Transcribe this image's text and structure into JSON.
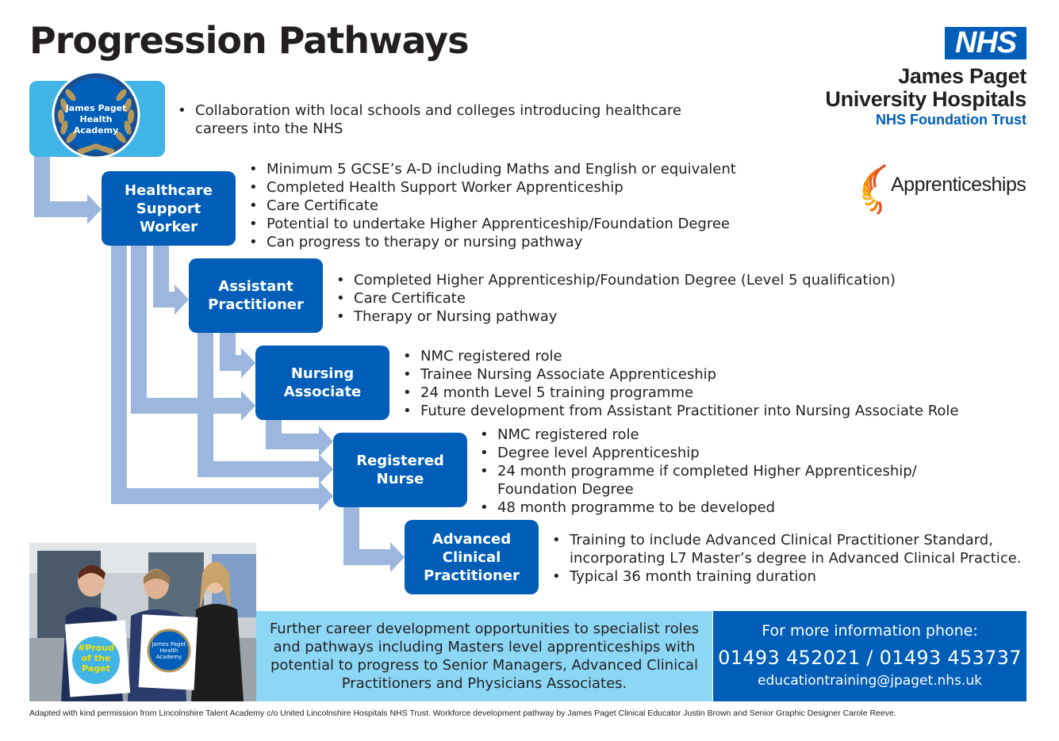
{
  "title": "Progression Pathways",
  "branding": {
    "nhs_logo": "NHS",
    "trust_line1": "James Paget",
    "trust_line2": "University Hospitals",
    "trust_line3": "NHS Foundation Trust",
    "apprenticeships": "Apprenticeships"
  },
  "colors": {
    "nhs_blue": "#005eb8",
    "light_blue": "#41b6e6",
    "panel_blue": "#8dd7f6",
    "arrow_blue": "#9db6dd"
  },
  "academy": {
    "badge_text": "James Paget Health Academy",
    "bullets": [
      "Collaboration with local schools and colleges introducing healthcare careers into the NHS"
    ]
  },
  "stages": [
    {
      "role": "Healthcare Support Worker",
      "bullets": [
        "Minimum 5 GCSE’s A-D including Maths and English or equivalent",
        "Completed Health Support Worker Apprenticeship",
        "Care Certificate",
        "Potential to undertake Higher Apprenticeship/Foundation Degree",
        "Can progress to therapy or nursing pathway"
      ]
    },
    {
      "role": "Assistant Practitioner",
      "bullets": [
        "Completed Higher Apprenticeship/Foundation Degree (Level 5 qualification)",
        "Care Certificate",
        "Therapy or Nursing pathway"
      ]
    },
    {
      "role": "Nursing Associate",
      "bullets": [
        "NMC registered role",
        "Trainee Nursing Associate Apprenticeship",
        "24 month Level 5 training programme",
        "Future development from Assistant Practitioner into Nursing Associate Role"
      ]
    },
    {
      "role": "Registered Nurse",
      "bullets": [
        "NMC registered role",
        "Degree level Apprenticeship",
        "24 month programme if completed Higher Apprenticeship/ Foundation Degree",
        "48 month programme to be developed"
      ]
    },
    {
      "role": "Advanced Clinical Practitioner",
      "bullets": [
        "Training to include Advanced Clinical Practitioner Standard, incorporating L7 Master’s degree in Advanced Clinical Practice.",
        "Typical 36 month training duration"
      ]
    }
  ],
  "photo": {
    "sign1": "#Proud of the Paget",
    "sign2": "James Paget Health Academy"
  },
  "further": "Further career development opportunities to specialist roles and pathways including Masters level apprenticeships with potential to progress to Senior Managers, Advanced Clinical Practitioners and Physicians Associates.",
  "contact": {
    "heading": "For more information phone:",
    "phones": "01493 452021 / 01493 453737",
    "email": "educationtraining@jpaget.nhs.uk"
  },
  "footnote": "Adapted with kind permission from Lincolnshire Talent Academy c/o United Lincolnshire Hospitals NHS Trust. Workforce development pathway by James Paget Clinical Educator Justin Brown and Senior Graphic Designer Carole Reeve."
}
